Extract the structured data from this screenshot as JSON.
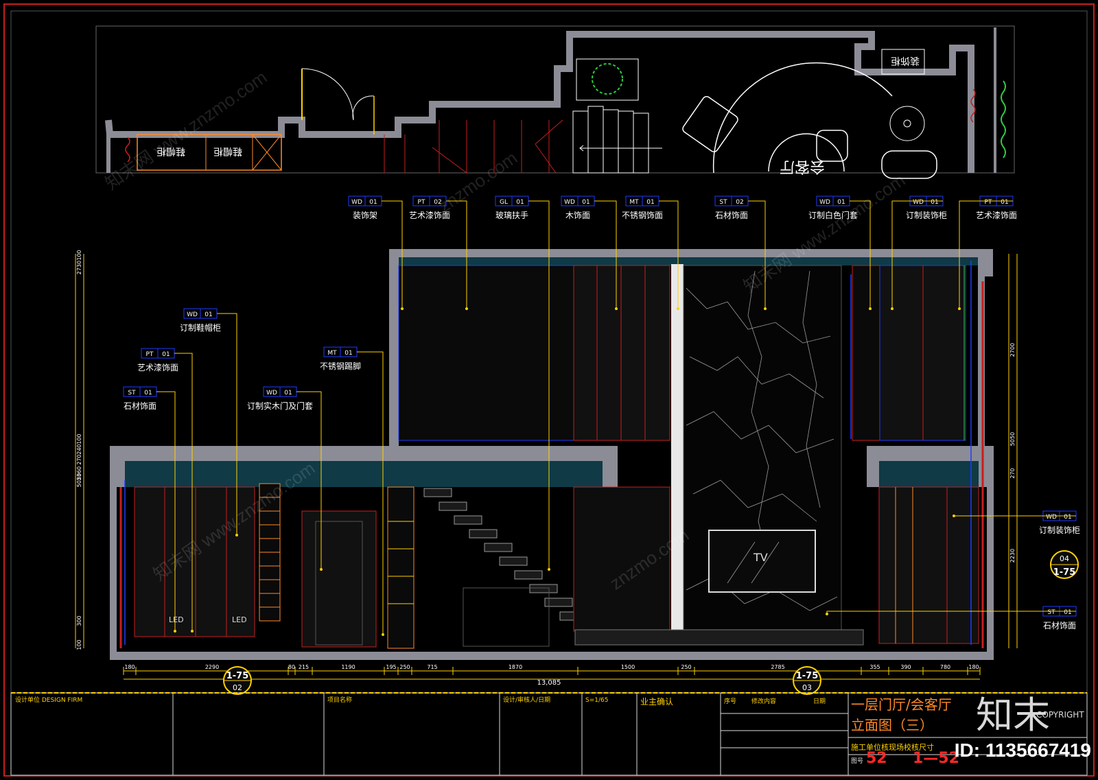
{
  "plan": {
    "labels": [
      "鞋帽柜",
      "鞋帽柜",
      "会客厅",
      "装饰柜"
    ]
  },
  "callouts_top": [
    {
      "code": "WD",
      "num": "01",
      "text": "装饰架"
    },
    {
      "code": "PT",
      "num": "02",
      "text": "艺术漆饰面"
    },
    {
      "code": "GL",
      "num": "01",
      "text": "玻璃扶手"
    },
    {
      "code": "WD",
      "num": "01",
      "text": "木饰面"
    },
    {
      "code": "MT",
      "num": "01",
      "text": "不锈钢饰面"
    },
    {
      "code": "ST",
      "num": "02",
      "text": "石材饰面"
    },
    {
      "code": "WD",
      "num": "01",
      "text": "订制白色门套"
    },
    {
      "code": "WD",
      "num": "01",
      "text": "订制装饰柜"
    },
    {
      "code": "PT",
      "num": "01",
      "text": "艺术漆饰面"
    }
  ],
  "callouts_left": [
    {
      "code": "WD",
      "num": "01",
      "text": "订制鞋帽柜"
    },
    {
      "code": "PT",
      "num": "01",
      "text": "艺术漆饰面"
    },
    {
      "code": "ST",
      "num": "01",
      "text": "石材饰面"
    },
    {
      "code": "MT",
      "num": "01",
      "text": "不锈钢踢脚"
    },
    {
      "code": "WD",
      "num": "01",
      "text": "订制实木门及门套"
    }
  ],
  "callouts_right": [
    {
      "code": "WD",
      "num": "01",
      "text": "订制装饰柜"
    },
    {
      "code": "ST",
      "num": "01",
      "text": "石材饰面"
    }
  ],
  "tv_label": "TV",
  "led_labels": [
    "LED",
    "LED"
  ],
  "dims_bottom": [
    "180",
    "2290",
    "80",
    "215",
    "1190",
    "195",
    "250",
    "715",
    "1870",
    "1500",
    "250",
    "2785",
    "355",
    "390",
    "780",
    "180"
  ],
  "overall_dim": "13,085",
  "dims_left": [
    "100",
    "2730",
    "100",
    "240",
    "270",
    "2360",
    "100",
    "300",
    "5050"
  ],
  "dims_right": [
    "2700",
    "2230",
    "270",
    "5050"
  ],
  "section_markers": [
    {
      "top": "1-75",
      "bottom": "02"
    },
    {
      "top": "1-75",
      "bottom": "03"
    },
    {
      "top": "04",
      "bottom": "1-75"
    }
  ],
  "title_block": {
    "design_unit": "设计单位 DESIGN FIRM",
    "project": "项目名称",
    "designer": "设计/审核人/日期",
    "scale": "S=1/65",
    "owner_confirm": "业主确认",
    "seq": "序号",
    "content": "修改内容",
    "date": "日期",
    "drawing_title_1": "一层门厅/会客厅",
    "drawing_title_2": "立面图（三）",
    "copyright": "COPYRIGHT",
    "note": "施工单位核现场校核尺寸",
    "sheet_label": "图号",
    "sheet_number": "52",
    "sheet_ref": "1—52"
  },
  "brand": "知末",
  "id_text": "ID: 1135667419",
  "watermark": "znzmo.com",
  "watermark_cn": "知末网 www.znzmo.com",
  "colors": {
    "frame_red": "#c81e1e",
    "wall_gray": "#8c8c96",
    "blue": "#1e3cff",
    "yellow": "#ffd200",
    "cyan": "#00c8c8",
    "orange": "#ff8a28",
    "sheet_red": "#ff2828"
  }
}
